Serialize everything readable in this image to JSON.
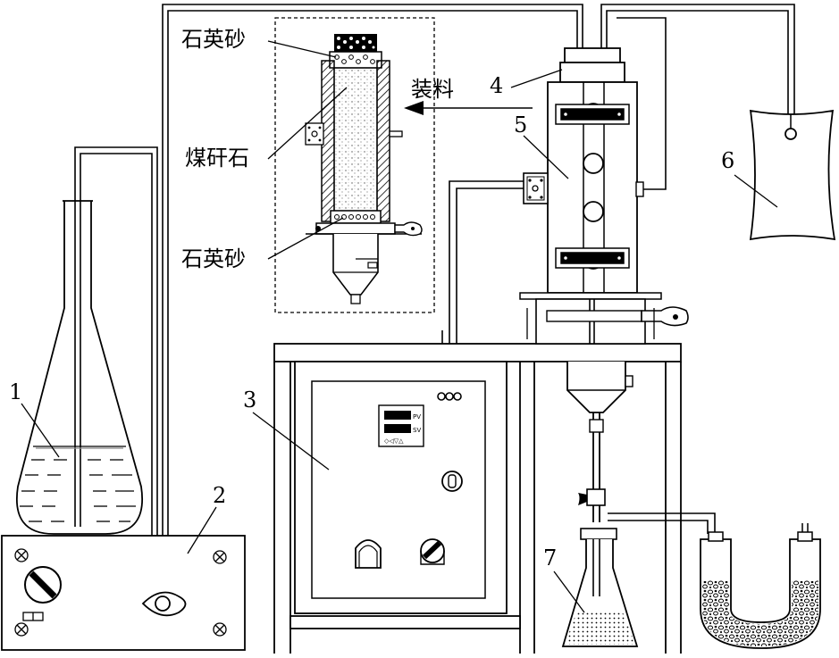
{
  "labels": {
    "n1": "1",
    "n2": "2",
    "n3": "3",
    "n4": "4",
    "n5": "5",
    "n6": "6",
    "n7": "7",
    "quartz_top": "石英砂",
    "gangue": "煤矸石",
    "quartz_bottom": "石英砂",
    "loading": "装料"
  },
  "controller": {
    "pv": "PV",
    "sv": "SV",
    "keys": "◇◁▽△"
  }
}
